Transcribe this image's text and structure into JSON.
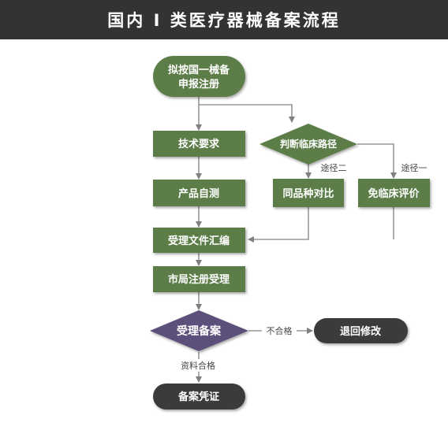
{
  "header": {
    "title": "国内 I 类医疗器械备案流程"
  },
  "colors": {
    "green": "#5b7d47",
    "purple": "#5b4f7a",
    "dark": "#3b3b3b",
    "header_bg": "#333333",
    "line": "#808080"
  },
  "nodes": {
    "start_line1": "拟按国一械备",
    "start_line2": "申报注册",
    "tech_req": "技术要求",
    "self_test": "产品自测",
    "judge": "判断临床路径",
    "same_compare": "同品种对比",
    "exempt_clinical": "免临床评价",
    "doc_summary": "受理文件汇编",
    "city_accept": "市局注册受理",
    "accept_filing": "受理备案",
    "return_modify": "退回修改",
    "certificate": "备案凭证"
  },
  "edge_labels": {
    "path_two": "途径二",
    "path_one": "途径一",
    "unqualified": "不合格",
    "qualified": "资料合格"
  }
}
